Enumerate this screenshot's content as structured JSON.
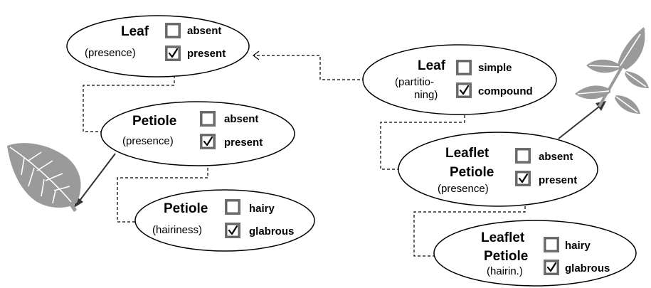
{
  "nodes": {
    "leaf_presence": {
      "title": "Leaf",
      "subtitle": "(presence)",
      "options": [
        {
          "label": "absent",
          "checked": false
        },
        {
          "label": "present",
          "checked": true
        }
      ]
    },
    "leaf_partitioning": {
      "title": "Leaf",
      "subtitle_lines": [
        "(partitio-",
        "ning)"
      ],
      "options": [
        {
          "label": "simple",
          "checked": false
        },
        {
          "label": "compound",
          "checked": true
        }
      ]
    },
    "petiole_presence": {
      "title": "Petiole",
      "subtitle": "(presence)",
      "options": [
        {
          "label": "absent",
          "checked": false
        },
        {
          "label": "present",
          "checked": true
        }
      ]
    },
    "petiole_hairiness": {
      "title": "Petiole",
      "subtitle": "(hairiness)",
      "options": [
        {
          "label": "hairy",
          "checked": false
        },
        {
          "label": "glabrous",
          "checked": true
        }
      ]
    },
    "leaflet_petiole_presence": {
      "title_lines": [
        "Leaflet",
        "Petiole"
      ],
      "subtitle": "(presence)",
      "options": [
        {
          "label": "absent",
          "checked": false
        },
        {
          "label": "present",
          "checked": true
        }
      ]
    },
    "leaflet_petiole_hairiness": {
      "title_lines": [
        "Leaflet",
        "Petiole"
      ],
      "subtitle": "(hairin.)",
      "options": [
        {
          "label": "hairy",
          "checked": false
        },
        {
          "label": "glabrous",
          "checked": true
        }
      ]
    }
  },
  "icons": {
    "simple_leaf": "simple-leaf-icon",
    "compound_leaf": "compound-leaf-icon",
    "checkbox_checked": "checkbox-checked-icon",
    "checkbox_empty": "checkbox-empty-icon"
  },
  "colors": {
    "leaf_fill": "#9a9a9a",
    "checkbox_frame": "#6f6f6f"
  }
}
